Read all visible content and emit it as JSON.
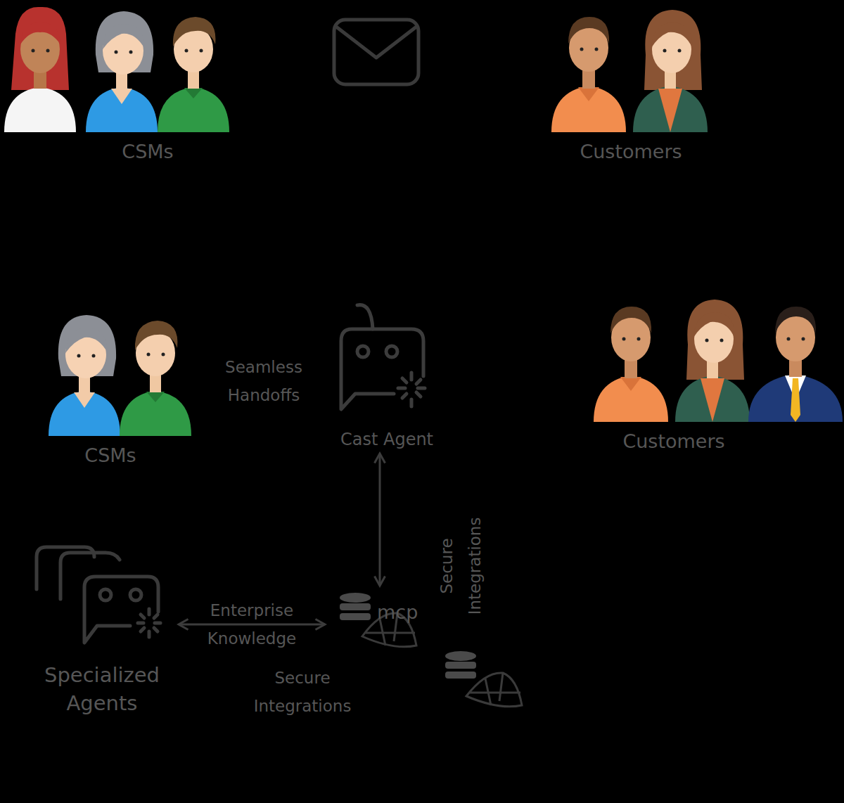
{
  "diagram": {
    "nodes": [
      {
        "text": [
          "CSMs"
        ]
      },
      {
        "text": [
          "Customers"
        ]
      },
      {
        "text": [
          "CSMs"
        ]
      },
      {
        "text": [
          "Cast Agent"
        ]
      },
      {
        "text": [
          "Customers"
        ]
      },
      {
        "text": [
          "mcp"
        ]
      },
      {
        "text": [
          "Specialized Agents"
        ]
      }
    ],
    "edges": [
      {
        "from": 3,
        "to": 5,
        "arrow": "both"
      },
      {
        "from": 6,
        "to": 5,
        "label": "Enterprise Knowledge",
        "arrow": "both"
      }
    ],
    "labels": [
      "Seamless Handoffs",
      "Secure Integrations",
      "Secure Integrations"
    ]
  }
}
